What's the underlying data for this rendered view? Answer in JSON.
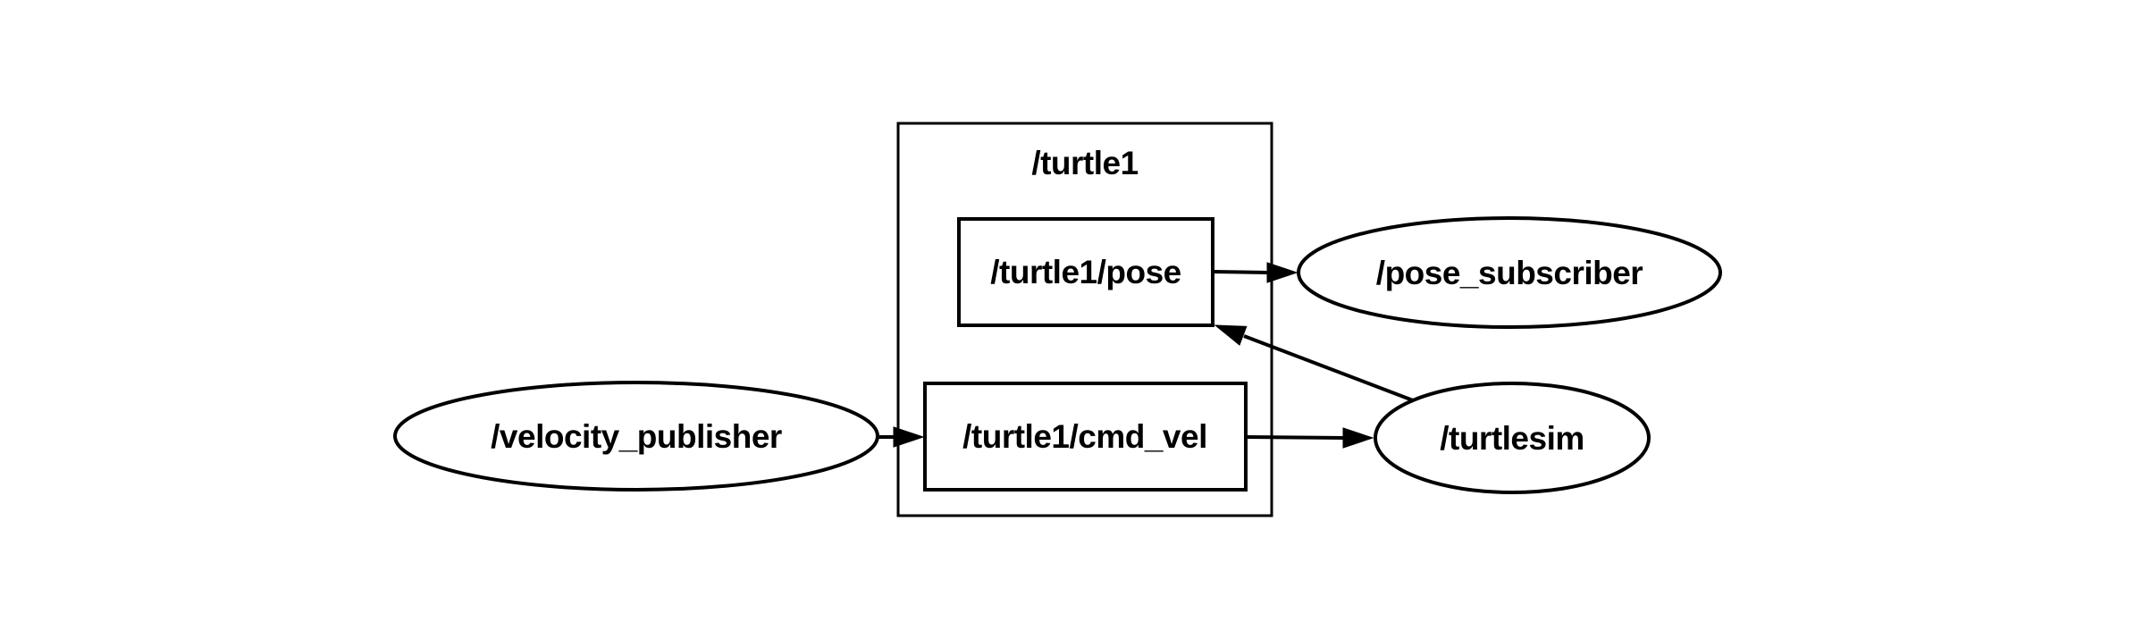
{
  "diagram": {
    "background_color": "#ffffff",
    "line_color": "#000000",
    "text_color": "#000000",
    "node_fill_color": "#ffffff",
    "cluster": {
      "label": "/turtle1"
    },
    "nodes": {
      "velocity_publisher": {
        "label": "/velocity_publisher",
        "shape": "ellipse"
      },
      "pose_topic": {
        "label": "/turtle1/pose",
        "shape": "box"
      },
      "cmd_vel_topic": {
        "label": "/turtle1/cmd_vel",
        "shape": "box"
      },
      "pose_subscriber": {
        "label": "/pose_subscriber",
        "shape": "ellipse"
      },
      "turtlesim": {
        "label": "/turtlesim",
        "shape": "ellipse"
      }
    },
    "edges": [
      {
        "from": "/velocity_publisher",
        "to": "/turtle1/cmd_vel"
      },
      {
        "from": "/turtle1/pose",
        "to": "/pose_subscriber"
      },
      {
        "from": "/turtle1/cmd_vel",
        "to": "/turtlesim"
      },
      {
        "from": "/turtlesim",
        "to": "/turtle1/pose"
      }
    ]
  }
}
